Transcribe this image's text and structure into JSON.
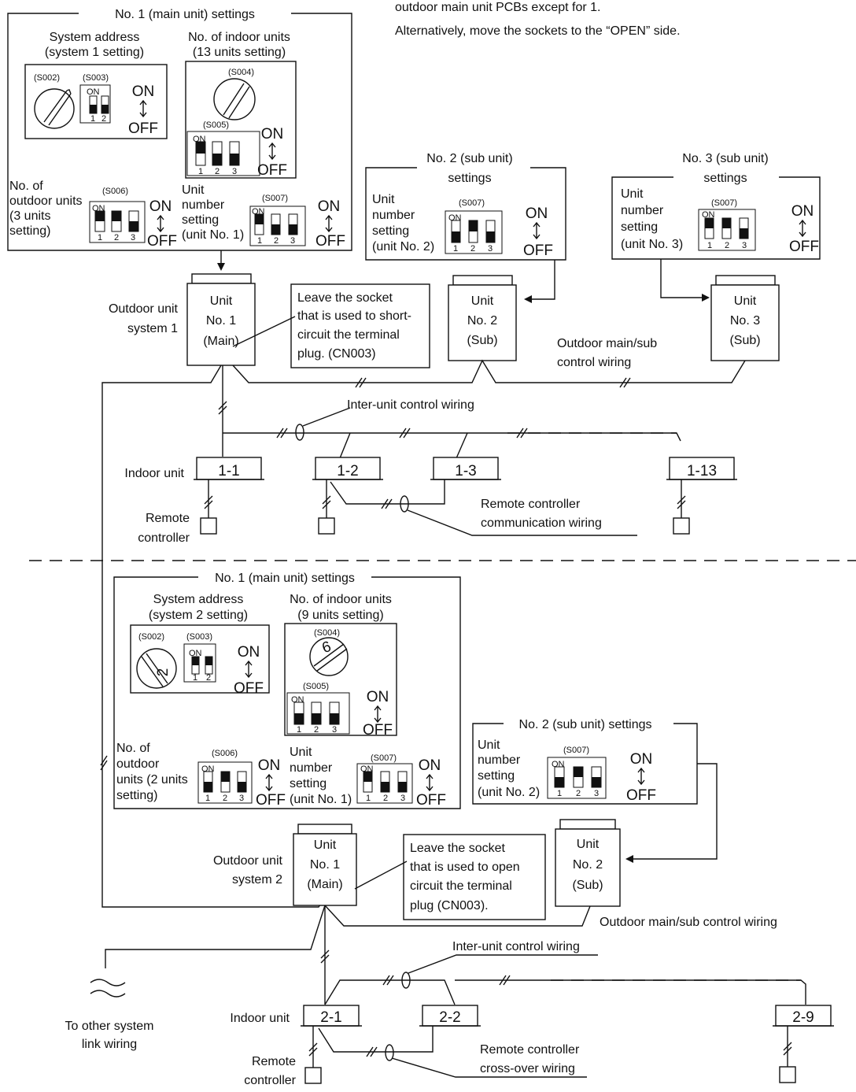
{
  "note": {
    "line1": "outdoor main unit PCBs except for 1.",
    "line2": "Alternatively, move the sockets to the “OPEN” side."
  },
  "on_label": "ON",
  "off_label": "OFF",
  "switch_ids": {
    "s002": "(S002)",
    "s003": "(S003)",
    "s004": "(S004)",
    "s005": "(S005)",
    "s006": "(S006)",
    "s007": "(S007)"
  },
  "switch_positions": {
    "one": "1",
    "two": "2",
    "three": "3"
  },
  "system1": {
    "main_settings_title": "No. 1 (main unit) settings",
    "system_address": [
      "System address",
      "(system 1 setting)"
    ],
    "indoor_count": [
      "No. of indoor units",
      "(13 units setting)"
    ],
    "outdoor_count": [
      "No. of",
      "outdoor units",
      "(3 units",
      "setting)"
    ],
    "unit_number": [
      "Unit",
      "number",
      "setting",
      "(unit No. 1)"
    ],
    "sub2_title": [
      "No. 2 (sub unit)",
      "settings"
    ],
    "sub2_unit_number": [
      "Unit",
      "number",
      "setting",
      "(unit No. 2)"
    ],
    "sub3_title": [
      "No. 3 (sub unit)",
      "settings"
    ],
    "sub3_unit_number": [
      "Unit",
      "number",
      "setting",
      "(unit No. 3)"
    ],
    "outdoor_label": [
      "Outdoor unit",
      "system 1"
    ],
    "unit1": [
      "Unit",
      "No. 1",
      "(Main)"
    ],
    "unit2": [
      "Unit",
      "No. 2",
      "(Sub)"
    ],
    "unit3": [
      "Unit",
      "No. 3",
      "(Sub)"
    ],
    "socket_note": [
      "Leave the socket",
      "that is used to short-",
      "circuit the terminal",
      "plug. (CN003)"
    ],
    "main_sub_wiring": [
      "Outdoor main/sub",
      "control wiring"
    ],
    "inter_unit_wiring": "Inter-unit control wiring",
    "indoor_label": "Indoor unit",
    "indoor_units": [
      "1-1",
      "1-2",
      "1-3",
      "1-13"
    ],
    "remote_label": [
      "Remote",
      "controller"
    ],
    "remote_wiring": [
      "Remote controller",
      "communication  wiring"
    ]
  },
  "system2": {
    "main_settings_title": "No. 1 (main unit) settings",
    "system_address": [
      "System address",
      "(system 2 setting)"
    ],
    "indoor_count": [
      "No. of indoor units",
      "(9 units setting)"
    ],
    "rotary_value_s002": "2",
    "rotary_value_s004": "9",
    "outdoor_count": [
      "No. of",
      "outdoor",
      "units (2 units",
      "setting)"
    ],
    "unit_number": [
      "Unit",
      "number",
      "setting",
      "(unit No. 1)"
    ],
    "sub2_title": "No. 2 (sub unit) settings",
    "sub2_unit_number": [
      "Unit",
      "number",
      "setting",
      "(unit No. 2)"
    ],
    "outdoor_label": [
      "Outdoor unit",
      "system 2"
    ],
    "unit1": [
      "Unit",
      "No. 1",
      "(Main)"
    ],
    "unit2": [
      "Unit",
      "No. 2",
      "(Sub)"
    ],
    "socket_note": [
      "Leave the socket",
      "that is used to open",
      "circuit the terminal",
      "plug (CN003)."
    ],
    "main_sub_wiring": "Outdoor main/sub control wiring",
    "inter_unit_wiring": "Inter-unit control wiring",
    "indoor_label": "Indoor unit",
    "indoor_units": [
      "2-1",
      "2-2",
      "2-9"
    ],
    "remote_label": [
      "Remote",
      "controller"
    ],
    "remote_wiring": [
      "Remote controller",
      "cross-over wiring"
    ],
    "other_link": [
      "To other system",
      "link wiring"
    ]
  }
}
